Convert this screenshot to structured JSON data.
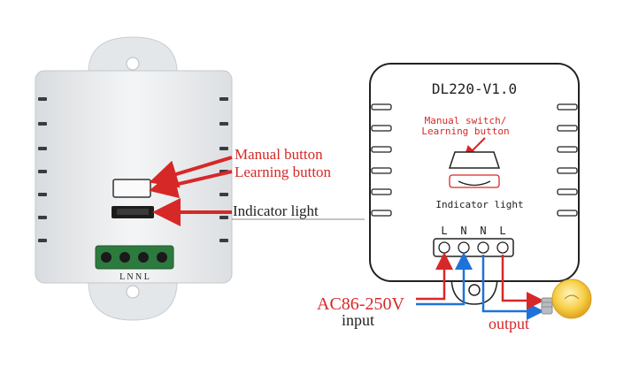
{
  "photo": {
    "label_manual_button": "Manual button",
    "label_learning_button": "Learning button",
    "label_indicator_light": "Indicator light",
    "terminal_markings": "L  N  N  L"
  },
  "diagram": {
    "model": "DL220-V1.0",
    "label_manual_switch_line1": "Manual switch/",
    "label_manual_switch_line2": "Learning button",
    "label_indicator_light": "Indicator light",
    "terminals": [
      "L",
      "N",
      "N",
      "L"
    ],
    "label_voltage": "AC86-250V",
    "label_input": "input",
    "label_output": "output"
  },
  "colors": {
    "red": "#d72828",
    "blue": "#1f73d8",
    "device_body": "#eceef0",
    "terminal_green": "#2d7a3e"
  }
}
